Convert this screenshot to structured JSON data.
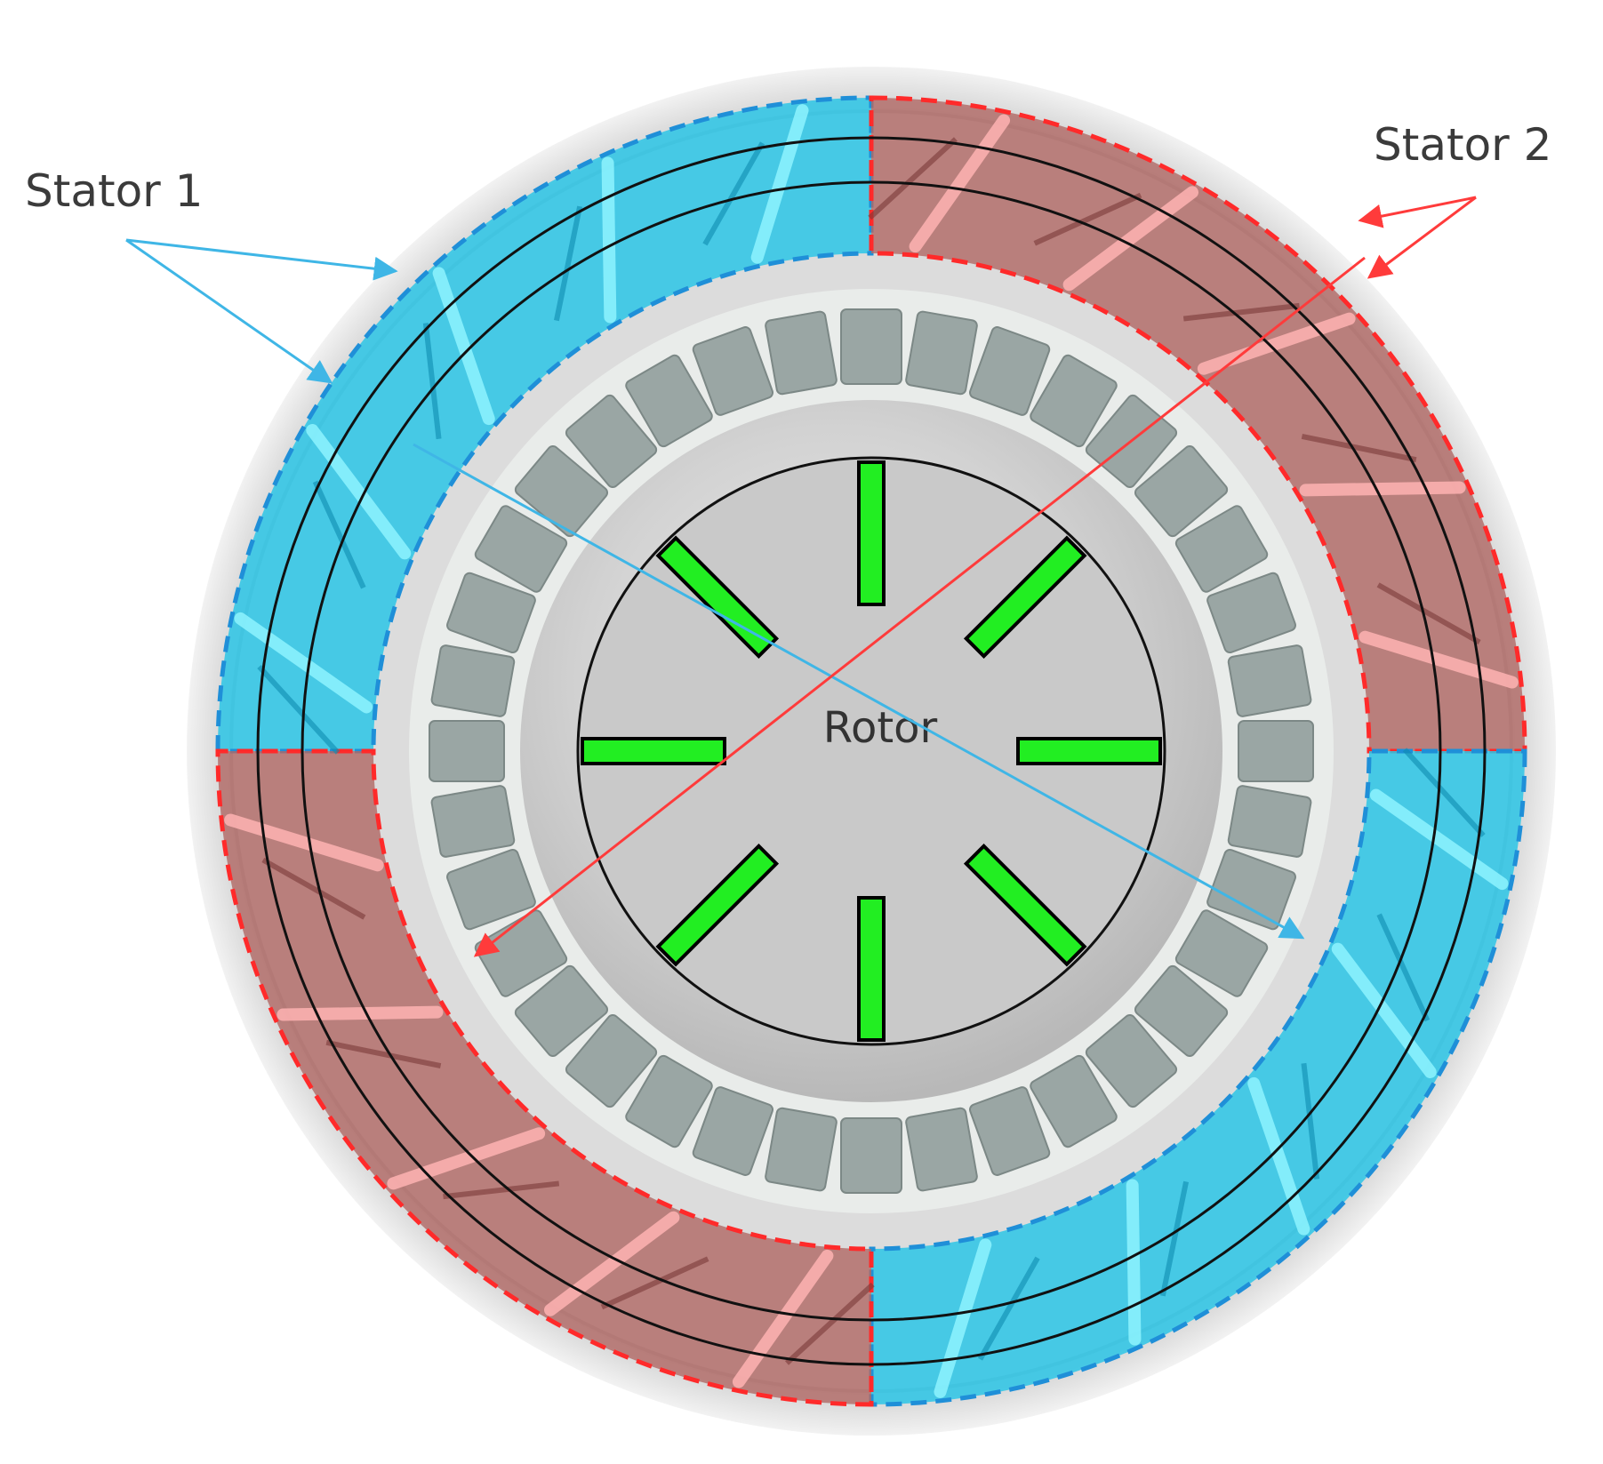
{
  "labels": {
    "stator1": "Stator 1",
    "stator2": "Stator 2",
    "rotor": "Rotor"
  },
  "colors": {
    "stator1_fill": "#2cc6e6",
    "stator1_outline": "#1f8fd8",
    "stator2_fill": "#b06864",
    "stator2_outline": "#ff2a2a",
    "winding_band_blue": "#8ef4ff",
    "winding_band_red": "#ffb3b3",
    "rotor_bar": "#22ee22",
    "housing": "#d9d9d9",
    "teeth": "#9aa6a4",
    "rotor_face": "#d3d3d3",
    "ring_line": "#111111"
  },
  "stator_sectors": [
    {
      "group": "stator1"
    },
    {
      "group": "stator2"
    },
    {
      "group": "stator1"
    },
    {
      "group": "stator2"
    }
  ],
  "rotor_bar_count": 8,
  "stator_tooth_count": 36
}
